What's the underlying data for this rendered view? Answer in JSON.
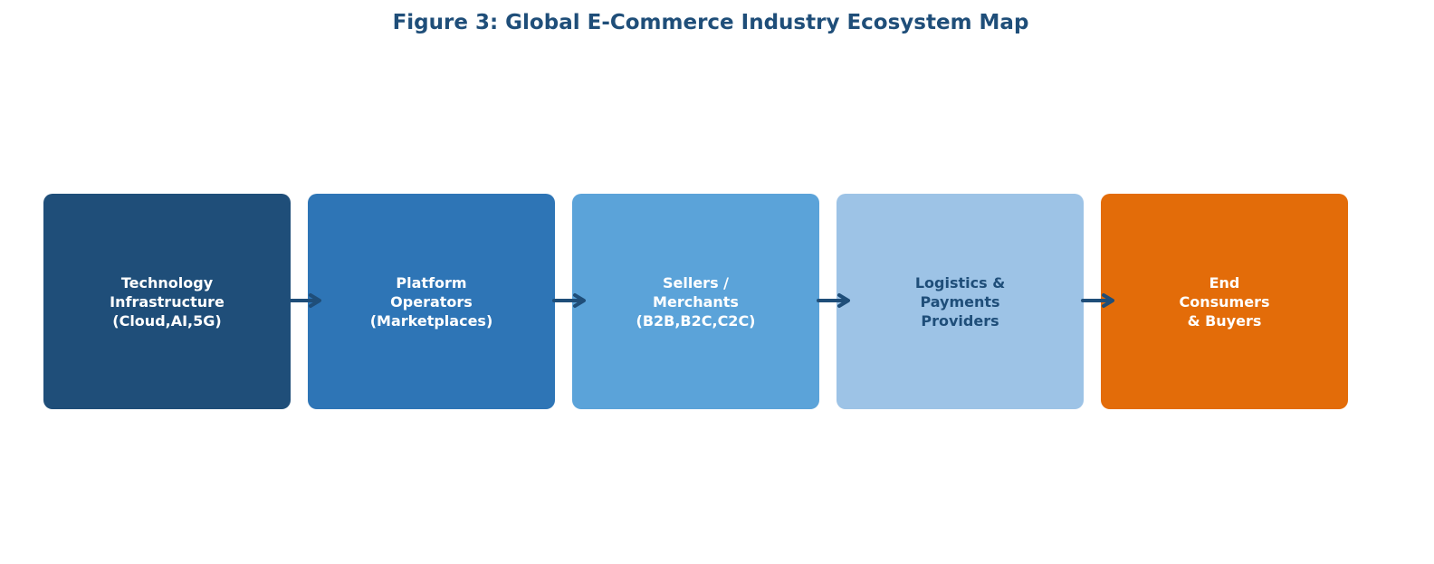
{
  "title": "Figure 3: Global E-Commerce Industry Ecosystem Map",
  "nodes": [
    {
      "label": "Technology\nInfrastructure\n(Cloud,AI,5G)",
      "fill": "#1f4e79",
      "text_color": "#ffffff"
    },
    {
      "label": "Platform\nOperators\n(Marketplaces)",
      "fill": "#2e75b6",
      "text_color": "#ffffff"
    },
    {
      "label": "Sellers /\nMerchants\n(B2B,B2C,C2C)",
      "fill": "#5ba3d9",
      "text_color": "#ffffff"
    },
    {
      "label": "Logistics &\nPayments\nProviders",
      "fill": "#9dc3e6",
      "text_color": "#1f4e79"
    },
    {
      "label": "End\nConsumers\n& Buyers",
      "fill": "#e36c09",
      "text_color": "#ffffff"
    }
  ],
  "edges": [
    {
      "from": 0,
      "to": 1
    },
    {
      "from": 1,
      "to": 2
    },
    {
      "from": 2,
      "to": 3
    },
    {
      "from": 3,
      "to": 4
    }
  ],
  "arrow_color": "#1f4e79"
}
